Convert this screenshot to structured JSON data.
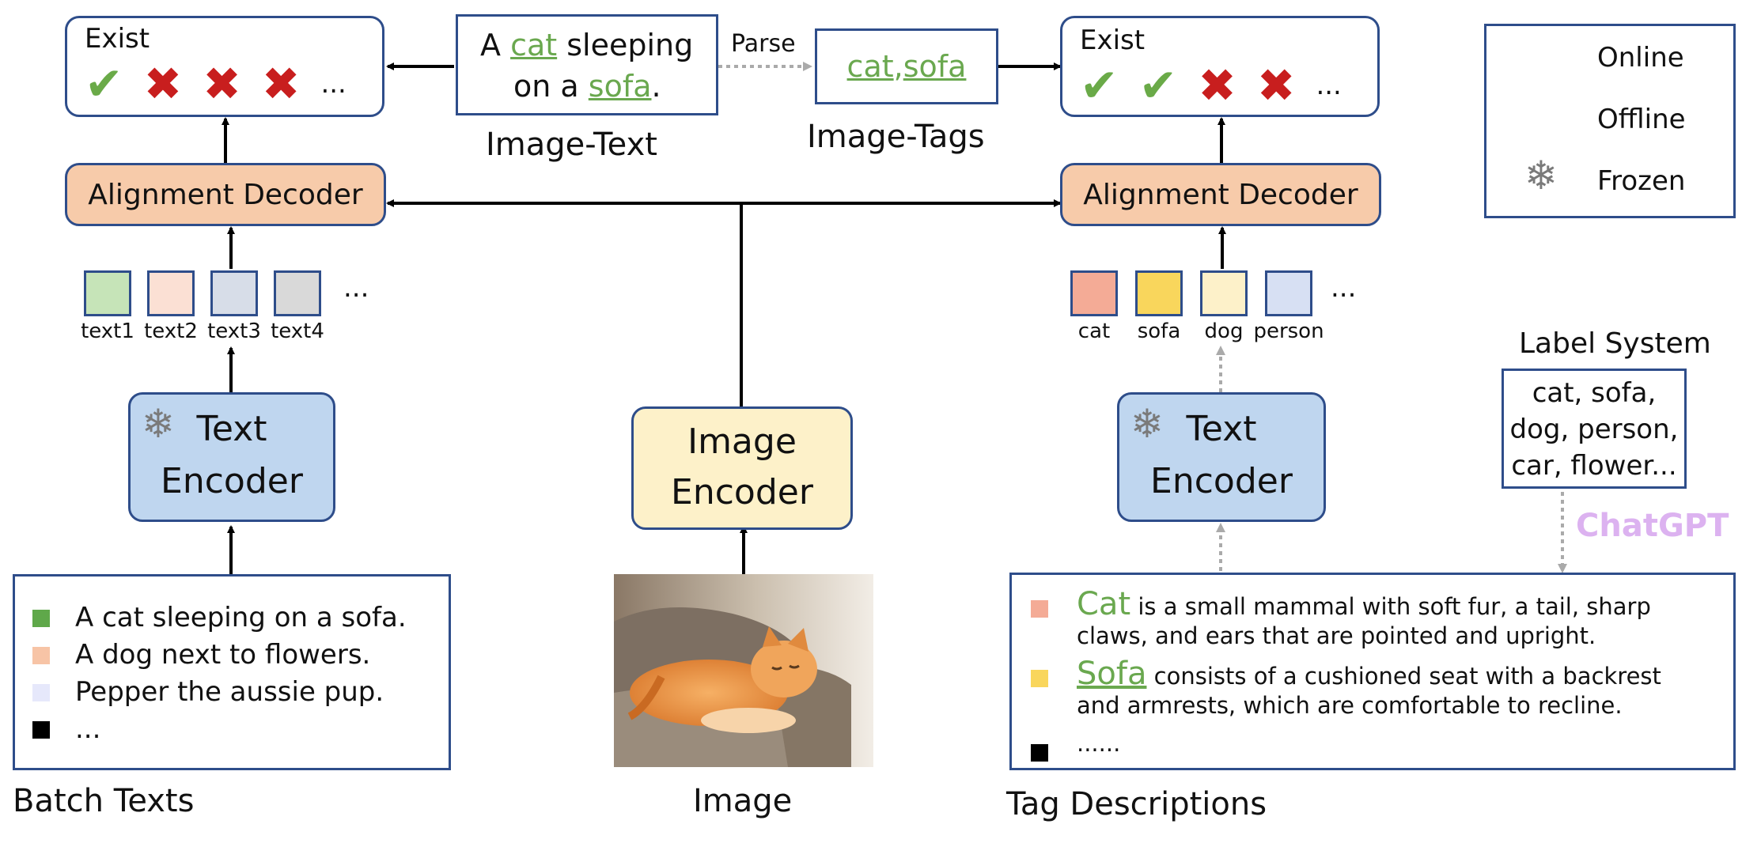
{
  "left": {
    "exist_label": "Exist",
    "marks": [
      "check",
      "cross",
      "cross",
      "cross"
    ],
    "ellipsis": "...",
    "decoder_label": "Alignment Decoder",
    "text_squares": [
      {
        "label": "text1",
        "color": "#c6e4b8"
      },
      {
        "label": "text2",
        "color": "#fbe0d4"
      },
      {
        "label": "text3",
        "color": "#d7dde8"
      },
      {
        "label": "text4",
        "color": "#d9d9d9"
      }
    ],
    "squares_ellipsis": "...",
    "encoder_line1": "Text",
    "encoder_line2": "Encoder",
    "batch_items": [
      {
        "text": "A cat sleeping on a sofa.",
        "color": "#5fa84a"
      },
      {
        "text": "A dog next to flowers.",
        "color": "#f7c4a6"
      },
      {
        "text": "Pepper the aussie pup.",
        "color": "#e6e8fb"
      },
      {
        "text": "...",
        "color": "#000000"
      }
    ],
    "caption": "Batch Texts"
  },
  "image_text": {
    "pre1": "A ",
    "word1": "cat",
    "mid1": " sleeping",
    "pre2": "on a ",
    "word2": "sofa",
    "post2": ".",
    "caption": "Image-Text"
  },
  "parse_label": "Parse",
  "image_tags": {
    "tag1": "cat",
    "sep": ", ",
    "tag2": "sofa",
    "caption": "Image-Tags"
  },
  "center": {
    "encoder_line1": "Image",
    "encoder_line2": "Encoder",
    "caption": "Image"
  },
  "right": {
    "exist_label": "Exist",
    "marks": [
      "check",
      "check",
      "cross",
      "cross"
    ],
    "ellipsis": "...",
    "decoder_label": "Alignment Decoder",
    "tag_squares": [
      {
        "label": "cat",
        "color": "#f4ab96"
      },
      {
        "label": "sofa",
        "color": "#f9d65c"
      },
      {
        "label": "dog",
        "color": "#fdf1c9"
      },
      {
        "label": "person",
        "color": "#d7e0f3"
      }
    ],
    "squares_ellipsis": "...",
    "encoder_line1": "Text",
    "encoder_line2": "Encoder",
    "label_system_title": "Label System",
    "label_system_lines": [
      "cat, sofa,",
      "dog, person,",
      "car, flower..."
    ],
    "chatgpt_label": "ChatGPT",
    "descriptions": [
      {
        "word": "Cat",
        "rest1": " is a small mammal with soft fur, a tail, sharp",
        "line2": "claws, and ears that are pointed and upright.",
        "color": "#f4ab96"
      },
      {
        "word": "Sofa",
        "rest1": " consists of a cushioned seat with a backrest",
        "line2": "and armrests, which are comfortable to recline.",
        "color": "#f9d65c"
      },
      {
        "word": "",
        "rest1": "......",
        "line2": "",
        "color": "#000000"
      }
    ],
    "caption": "Tag Descriptions"
  },
  "legend": {
    "online": "Online",
    "offline": "Offline",
    "frozen": "Frozen"
  },
  "colors": {
    "border": "#2e4d8a",
    "green": "#6aa84f",
    "cross": "#c81e1e",
    "chatgpt": "#dcb2f0"
  }
}
